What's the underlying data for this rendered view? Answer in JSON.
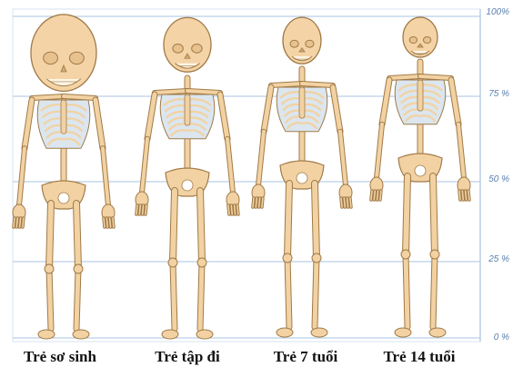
{
  "scale": {
    "ticks": [
      "100%",
      "75 %",
      "50 %",
      "25 %",
      "0 %"
    ],
    "grid_color": "#a9c3e0",
    "label_color": "#5a7fb0"
  },
  "skeletons": [
    {
      "label": "Trẻ sơ sinh",
      "head_relative": 1.0
    },
    {
      "label": "Trẻ tập đi",
      "head_relative": 0.75
    },
    {
      "label": "Trẻ 7 tuổi",
      "head_relative": 0.64
    },
    {
      "label": "Trẻ 14 tuổi",
      "head_relative": 0.52
    }
  ],
  "colors": {
    "bone": "#f2d2a2",
    "bone_outline": "#a07a48",
    "ribcage_fill": "#dbe6ef",
    "skull": "#f4d4a6"
  }
}
